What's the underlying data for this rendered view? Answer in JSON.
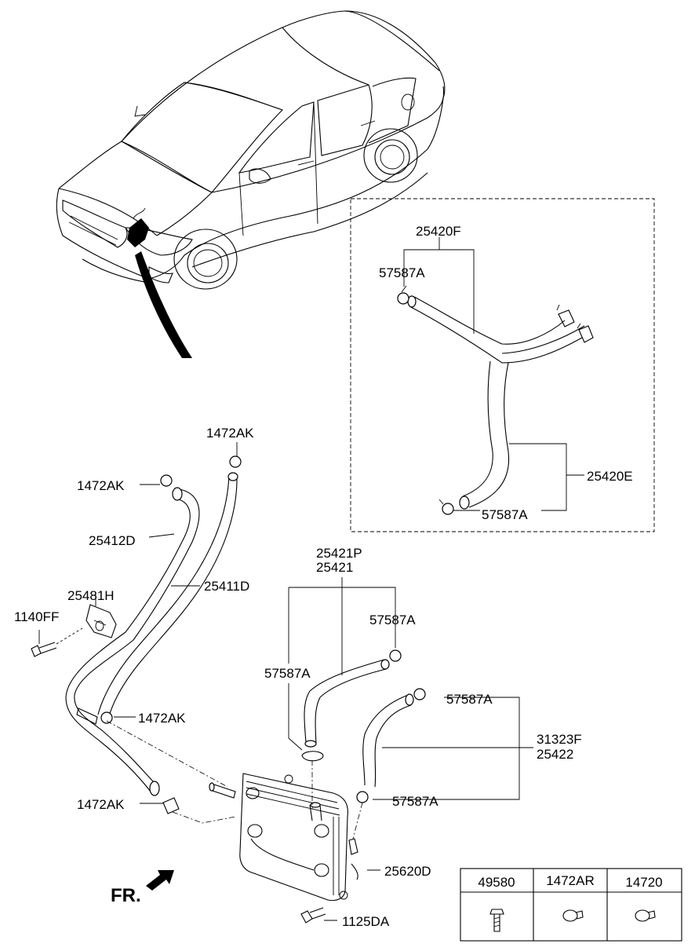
{
  "parts": {
    "p25420F": "25420F",
    "p57587A_box_top": "57587A",
    "p25420E": "25420E",
    "p57587A_box_bottom": "57587A",
    "p1472AK_top": "1472AK",
    "p1472AK_upper_left": "1472AK",
    "p25412D": "25412D",
    "p25481H": "25481H",
    "p25411D": "25411D",
    "p1140FF": "1140FF",
    "p1472AK_middle": "1472AK",
    "p1472AK_lower": "1472AK",
    "p25421P": "25421P",
    "p25421": "25421",
    "p57587A_right_upper": "57587A",
    "p57587A_left": "57587A",
    "p57587A_right_mid": "57587A",
    "p31323F": "31323F",
    "p25422": "25422",
    "p57587A_right_lower": "57587A",
    "p25620D": "25620D",
    "p1125DA": "1125DA"
  },
  "direction_label": "FR.",
  "legend": {
    "headers": [
      "49580",
      "1472AR",
      "14720"
    ],
    "icons": [
      "bolt-icon",
      "hose-clamp-icon",
      "hose-clamp-icon"
    ]
  }
}
